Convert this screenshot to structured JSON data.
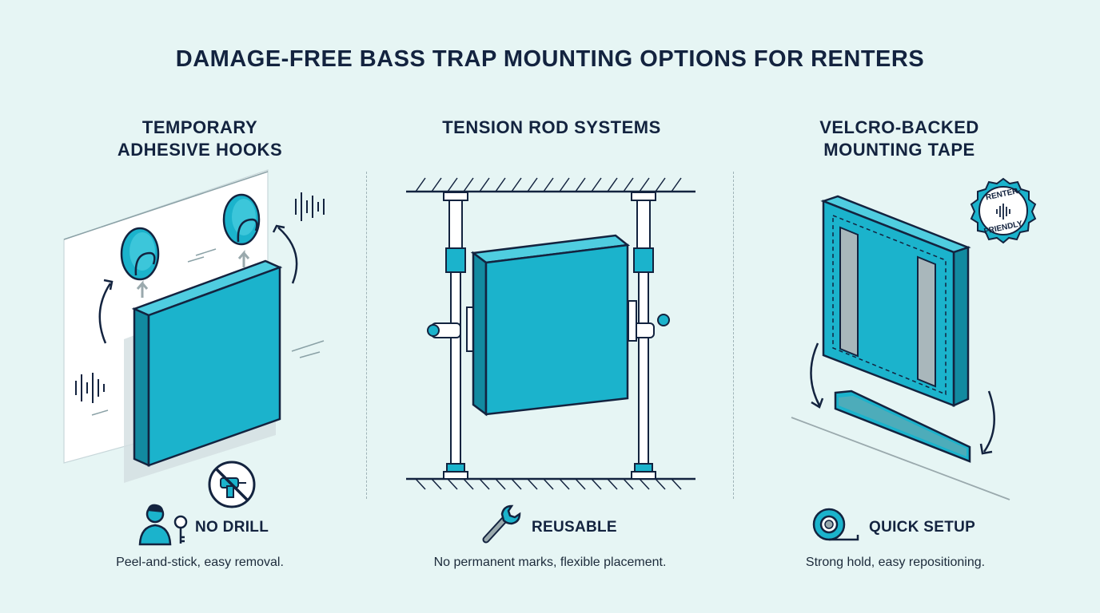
{
  "title": "DAMAGE-FREE BASS TRAP MOUNTING OPTIONS FOR RENTERS",
  "columns": [
    {
      "title_line1": "TEMPORARY",
      "title_line2": "ADHESIVE HOOKS",
      "feature": "NO DRILL",
      "caption": "Peel-and-stick, easy removal.",
      "icons": [
        "person-icon",
        "key-icon",
        "no-drill-icon"
      ]
    },
    {
      "title_line1": "TENSION ROD SYSTEMS",
      "feature": "REUSABLE",
      "caption": "No permanent marks, flexible placement.",
      "icons": [
        "wrench-icon"
      ]
    },
    {
      "title_line1": "VELCRO-BACKED",
      "title_line2": "MOUNTING TAPE",
      "badge_line1": "RENTER-",
      "badge_line2": "FRIENDLY",
      "feature": "QUICK SETUP",
      "caption": "Strong hold, easy repositioning.",
      "icons": [
        "tape-roll-icon"
      ]
    }
  ],
  "colors": {
    "background": "#e6f5f4",
    "panel": "#1bb3cc",
    "panel_dark": "#128aa0",
    "outline": "#13233f"
  }
}
